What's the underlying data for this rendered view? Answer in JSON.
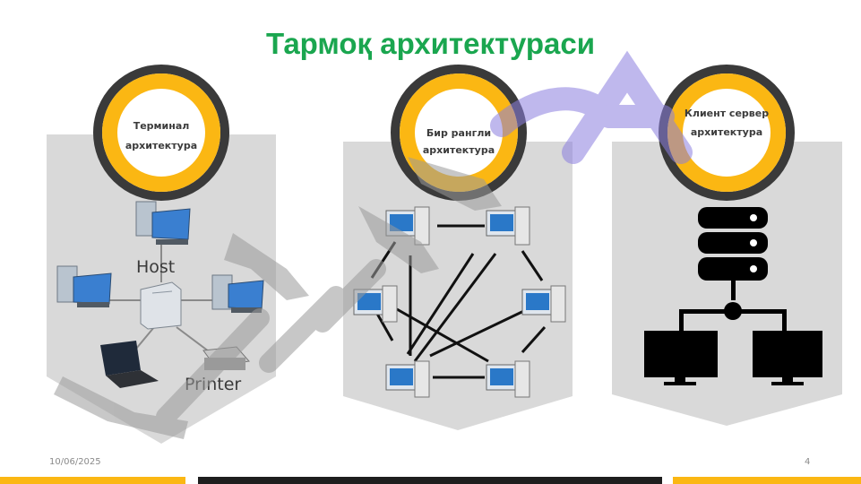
{
  "slide": {
    "title": "Тармоқ архитектураси",
    "date": "10/06/2025",
    "page_number": "4"
  },
  "panels": [
    {
      "label_line1": "Терминал",
      "label_line2": "архитектура",
      "icon": "terminal-network-icon"
    },
    {
      "label_line1": "Бир рангли",
      "label_line2": "архитектура",
      "icon": "peer-network-icon"
    },
    {
      "label_line1": "Клиент сервер",
      "label_line2": "архитектура",
      "icon": "client-server-icon"
    }
  ],
  "terminal_diagram": {
    "host_label": "Host",
    "printer_label": "Printer"
  },
  "colors": {
    "title": "#1aa64f",
    "ring_outer": "#3a3a3a",
    "ring_yellow": "#fbb713",
    "panel_gray": "#d9d9d9",
    "footer_black": "#1e1e1e",
    "watermark": "#8c7fe0"
  }
}
